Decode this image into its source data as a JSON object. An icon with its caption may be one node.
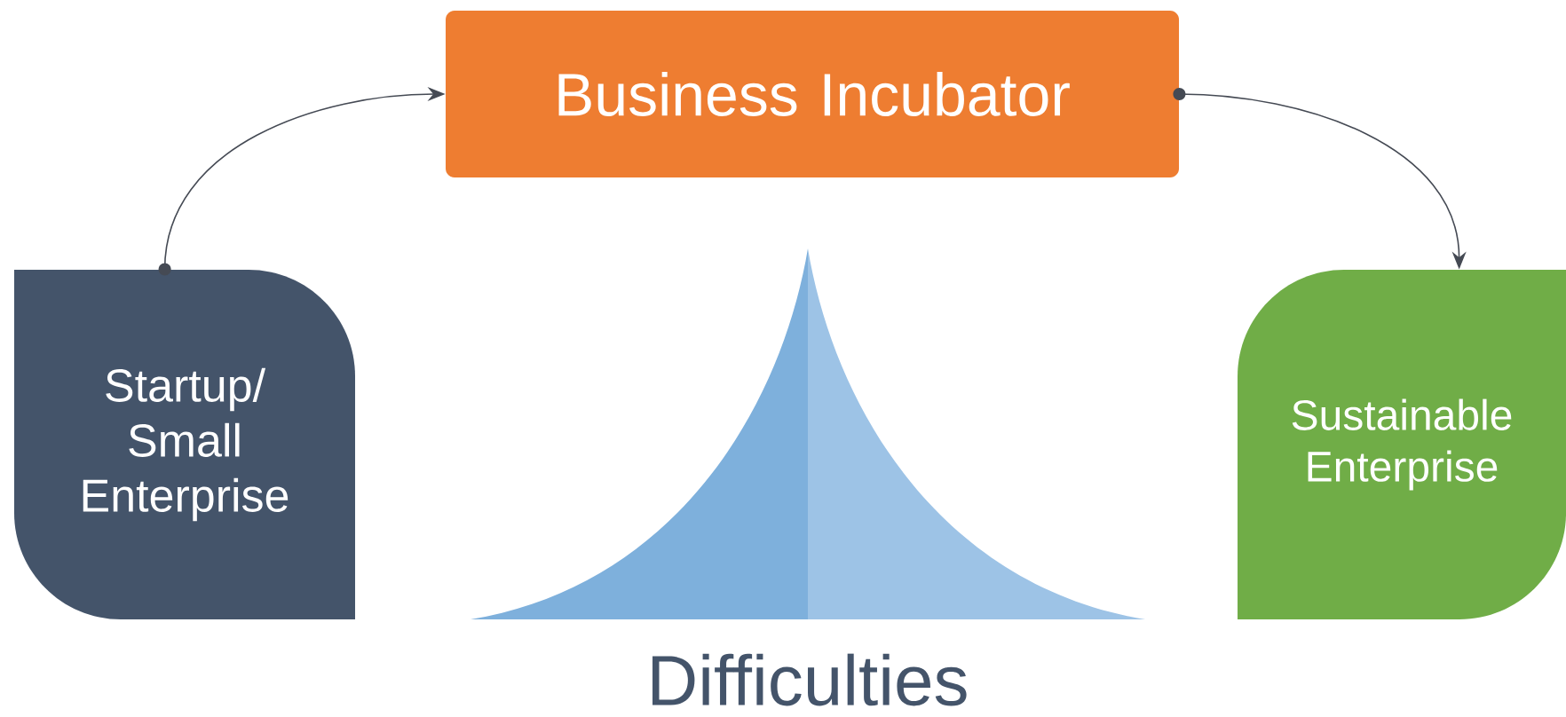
{
  "diagram": {
    "nodes": [
      {
        "text": [
          "Business Incubator"
        ]
      },
      {
        "text": [
          "Startup/ Small Enterprise"
        ]
      },
      {
        "text": [
          "Sustainable Enterprise"
        ]
      }
    ],
    "edges": [
      {
        "from": 1,
        "to": 0,
        "arrow": "to"
      },
      {
        "from": 0,
        "to": 2,
        "arrow": "to"
      }
    ],
    "labels": [
      "Difficulties"
    ]
  }
}
